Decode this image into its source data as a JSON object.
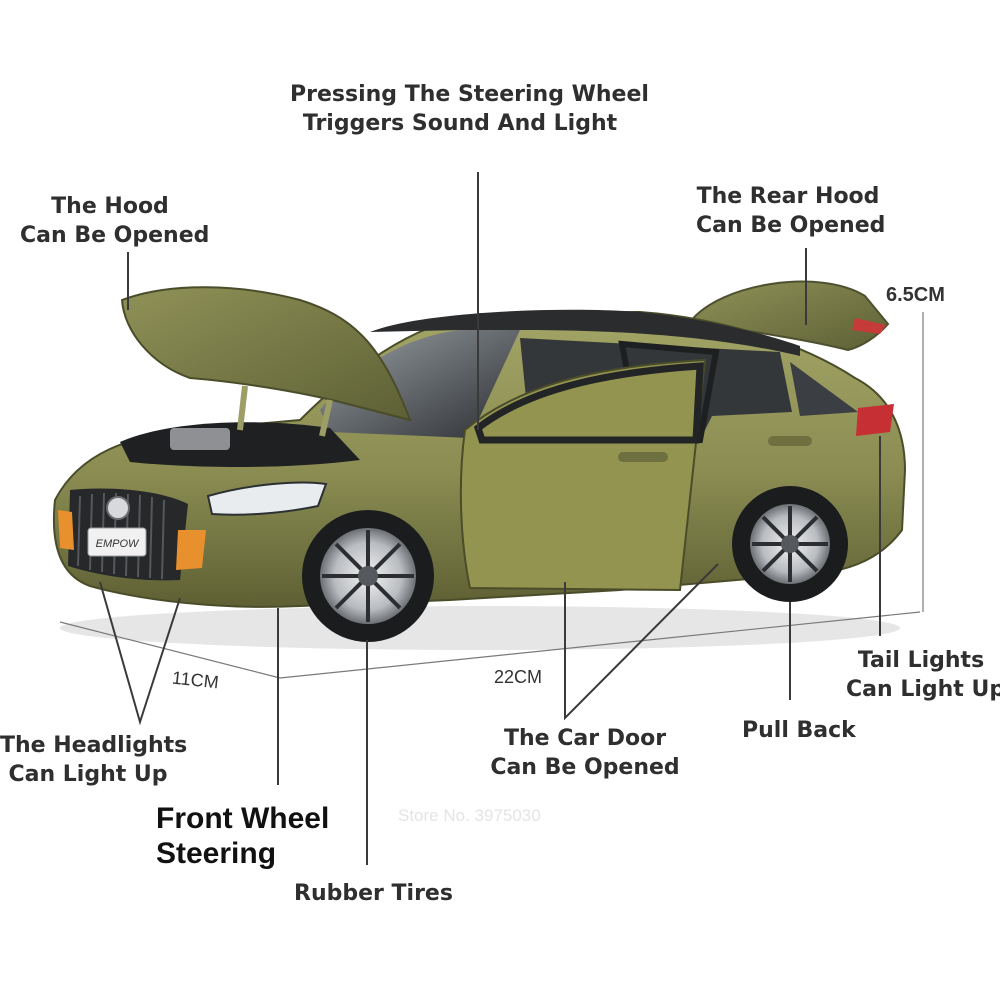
{
  "callouts": {
    "hood": [
      "The Hood",
      "Can Be Opened"
    ],
    "steering_wheel": [
      "Pressing The Steering Wheel",
      "Triggers Sound And Light"
    ],
    "rear_hood": [
      "The Rear Hood",
      "Can Be Opened"
    ],
    "headlights": [
      "The Headlights",
      "Can Light Up"
    ],
    "car_door": [
      "The Car Door",
      "Can Be Opened"
    ],
    "pull_back": "Pull Back",
    "tail_lights": [
      "Tail Lights",
      "Can Light Up"
    ],
    "rubber_tires": "Rubber Tires",
    "front_wheel_steering": [
      "Front Wheel",
      "Steering"
    ]
  },
  "dimensions": {
    "height": "6.5CM",
    "width": "11CM",
    "length": "22CM"
  },
  "watermark": "Store No. 3975030",
  "car": {
    "badge_text": "EMPOW",
    "body_color": "#8a8c52"
  }
}
